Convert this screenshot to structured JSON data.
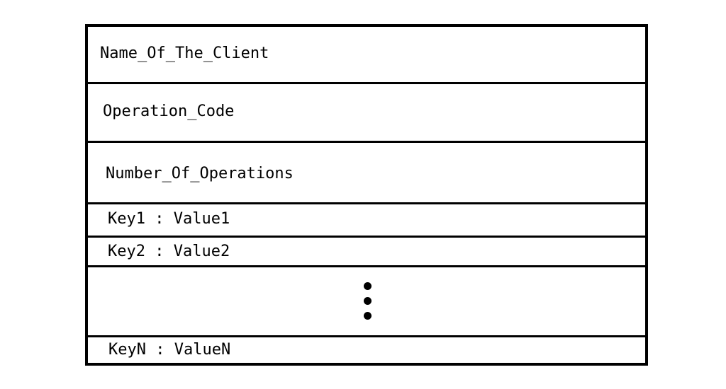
{
  "record": {
    "fields": [
      {
        "name": "client-name-field",
        "label": "Name_Of_The_Client"
      },
      {
        "name": "operation-code-field",
        "label": "Operation_Code"
      },
      {
        "name": "number-of-operations-field",
        "label": "Number_Of_Operations"
      },
      {
        "name": "key1-value1-field",
        "label": "Key1 : Value1"
      },
      {
        "name": "key2-value2-field",
        "label": "Key2 : Value2"
      },
      {
        "name": "keyN-valueN-field",
        "label": "KeyN : ValueN"
      }
    ],
    "ellipsis_icon": "vertical-ellipsis-icon"
  }
}
